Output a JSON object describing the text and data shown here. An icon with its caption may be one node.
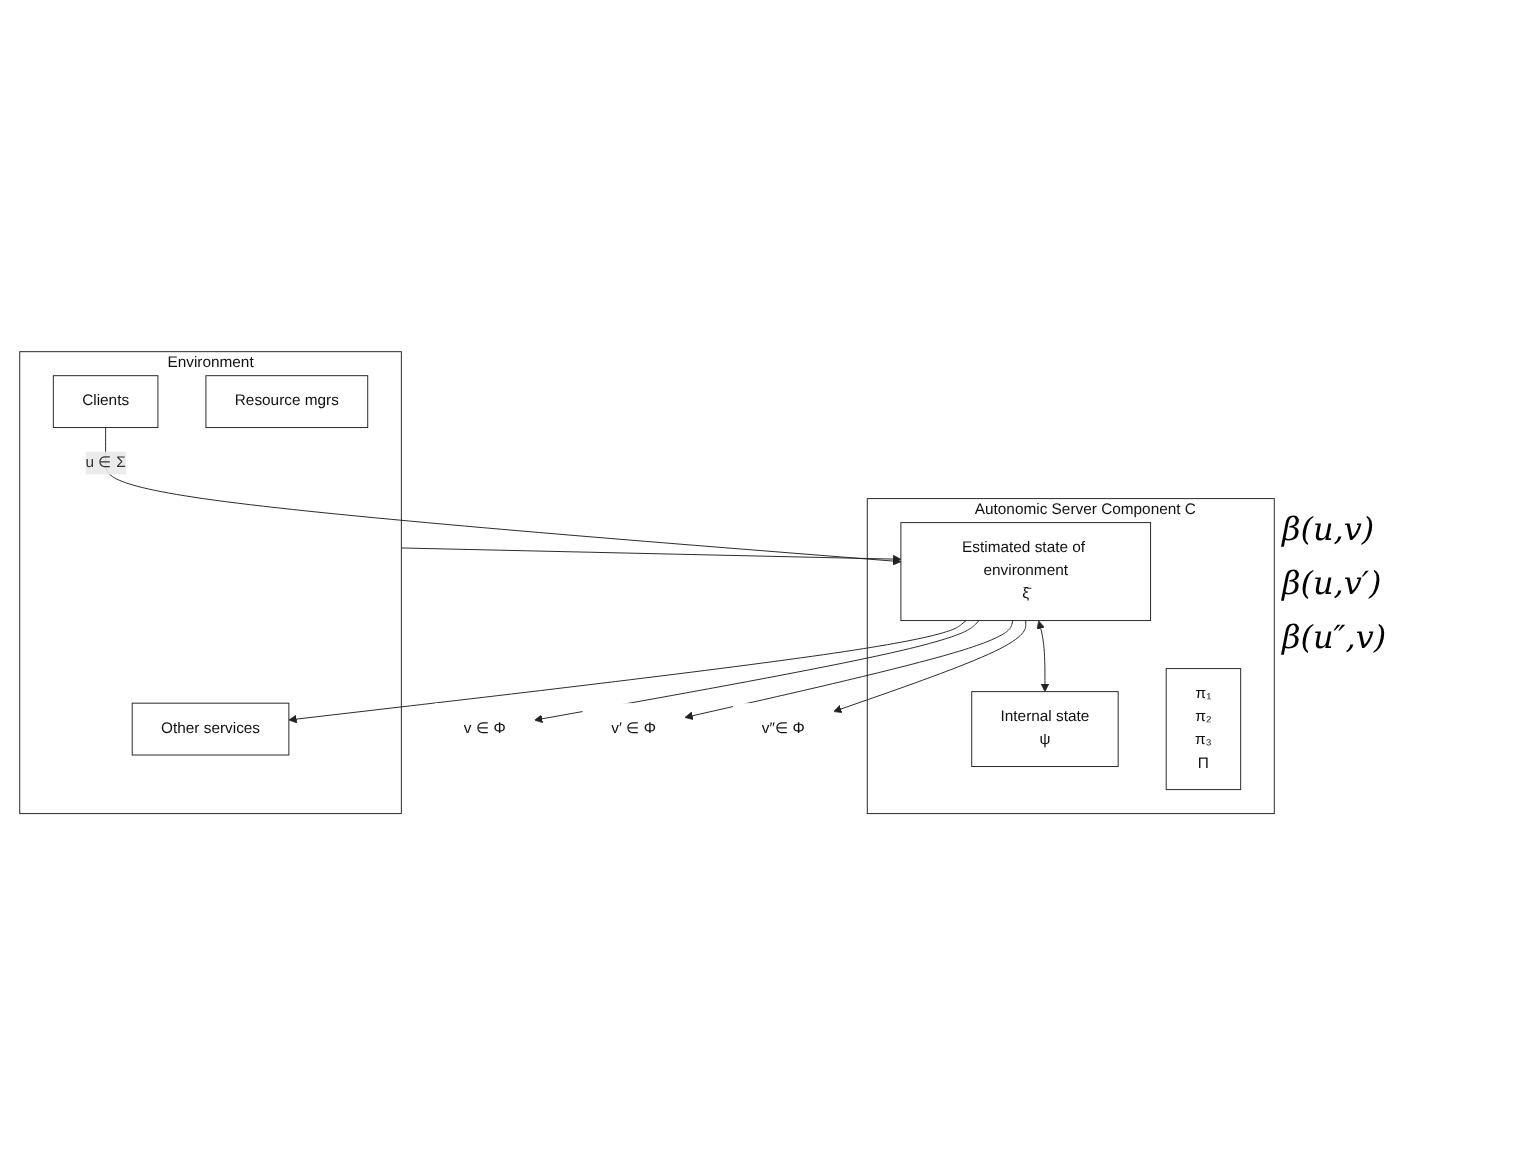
{
  "diagram": {
    "nodes": [
      {
        "text": [
          "Environment"
        ]
      },
      {
        "text": [
          "Clients"
        ],
        "in": 0
      },
      {
        "text": [
          "Resource mgrs"
        ],
        "in": 0
      },
      {
        "text": [
          "Other services"
        ],
        "in": 0
      },
      {
        "text": [
          "Autonomic Server Component C"
        ]
      },
      {
        "text": [
          "Estimated state of environment",
          "ξ̄"
        ],
        "in": 4
      },
      {
        "text": [
          "Internal state",
          "ψ"
        ],
        "in": 4
      },
      {
        "text": [
          "π₁",
          "π₂",
          "π₃",
          "Π"
        ],
        "in": 4
      },
      {
        "text": [
          "v ∈ Φ"
        ]
      },
      {
        "text": [
          "v′ ∈ Φ"
        ]
      },
      {
        "text": [
          "v″∈ Φ"
        ]
      }
    ],
    "edges": [
      {
        "from": 1,
        "to": 5,
        "arrow": "to",
        "label": "u ∈ Σ"
      },
      {
        "from": 0,
        "to": 5,
        "arrow": "to"
      },
      {
        "from": 5,
        "to": 3,
        "arrow": "to"
      },
      {
        "from": 5,
        "to": 6,
        "arrow": "both"
      },
      {
        "from": 5,
        "to": 8,
        "arrow": "to"
      },
      {
        "from": 5,
        "to": 9,
        "arrow": "to"
      },
      {
        "from": 5,
        "to": 10,
        "arrow": "to"
      }
    ],
    "labels": [
      "β(u,v)",
      "β(u,v′)",
      "β(u″,v)"
    ]
  }
}
